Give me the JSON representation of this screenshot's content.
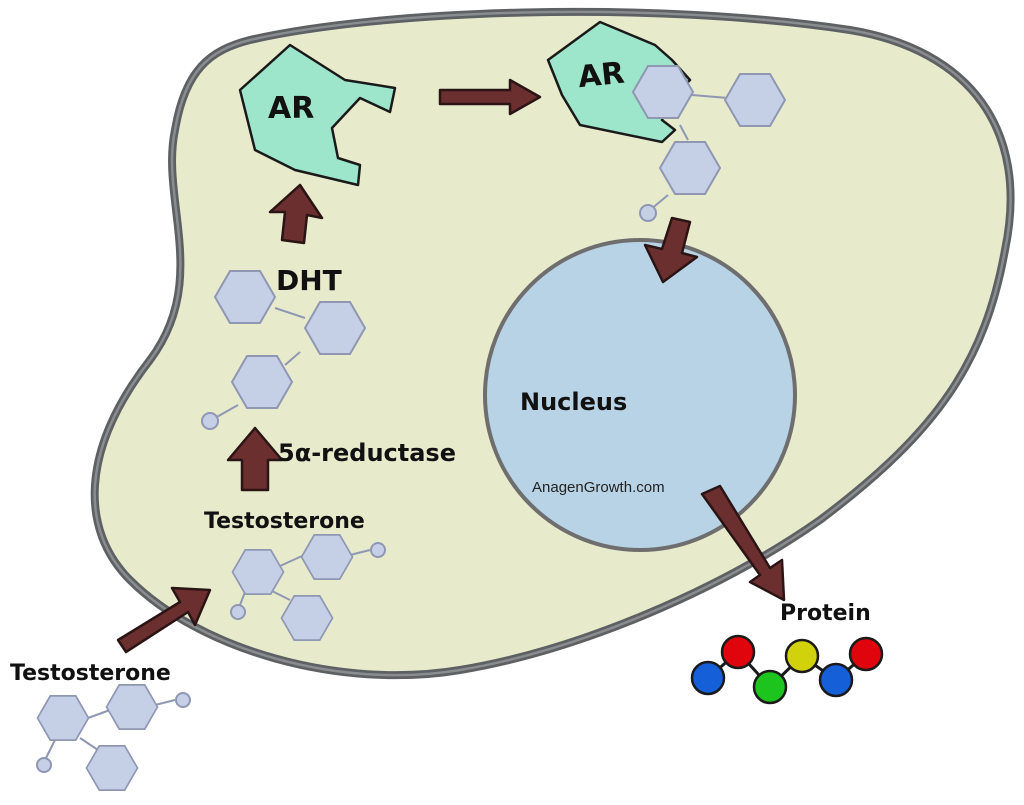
{
  "labels": {
    "testosterone_outside": "Testosterone",
    "testosterone_inside": "Testosterone",
    "enzyme": "5α-reductase",
    "dht": "DHT",
    "receptor_left": "AR",
    "receptor_right": "AR",
    "nucleus": "Nucleus",
    "watermark": "AnagenGrowth.com",
    "protein": "Protein"
  },
  "colors": {
    "cell_fill": "#e7ebcc",
    "cell_outer_stroke": "#5e6163",
    "cell_inner_stroke": "#8a8d8f",
    "nucleus_fill": "#b8d3e5",
    "nucleus_stroke": "#6e6e6e",
    "receptor_fill": "#9de5cb",
    "molecule_fill": "#c5cfe6",
    "arrow_fill": "#6b2f2f",
    "protein_beads": [
      "#1560d8",
      "#e0040c",
      "#1ec41e",
      "#d2d20a",
      "#1560d8",
      "#e0040c"
    ]
  },
  "icons": {
    "receptor": "androgen-receptor-shape",
    "molecule": "steroid-hexagon-molecule",
    "protein": "protein-bead-chain",
    "arrow": "block-arrow"
  }
}
